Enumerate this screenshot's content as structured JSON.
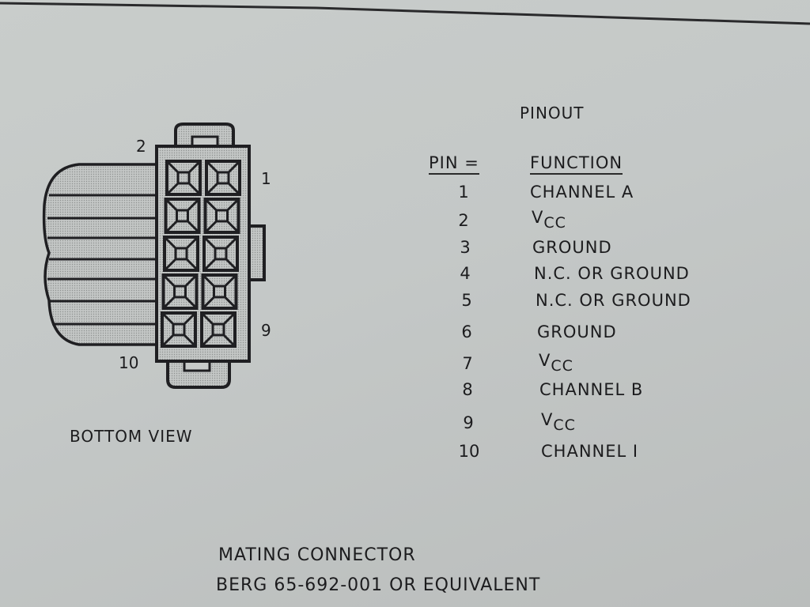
{
  "diagram": {
    "view_label": "BOTTOM VIEW",
    "pin_labels": {
      "top_left": "2",
      "top_right": "1",
      "bottom_right": "9",
      "bottom_left": "10"
    }
  },
  "pinout": {
    "title": "PINOUT",
    "pin_header": "PIN =",
    "function_header": "FUNCTION",
    "rows": [
      {
        "pin": "1",
        "function": "CHANNEL A",
        "sub": ""
      },
      {
        "pin": "2",
        "function": "V",
        "sub": "CC"
      },
      {
        "pin": "3",
        "function": "GROUND",
        "sub": ""
      },
      {
        "pin": "4",
        "function": "N.C. OR GROUND",
        "sub": ""
      },
      {
        "pin": "5",
        "function": "N.C. OR GROUND",
        "sub": ""
      },
      {
        "pin": "6",
        "function": "GROUND",
        "sub": ""
      },
      {
        "pin": "7",
        "function": "V",
        "sub": "CC"
      },
      {
        "pin": "8",
        "function": "CHANNEL B",
        "sub": ""
      },
      {
        "pin": "9",
        "function": "V",
        "sub": "CC"
      },
      {
        "pin": "10",
        "function": "CHANNEL I",
        "sub": ""
      }
    ]
  },
  "mating": {
    "line1": "MATING CONNECTOR",
    "line2": "BERG 65-692-001 OR EQUIVALENT"
  }
}
